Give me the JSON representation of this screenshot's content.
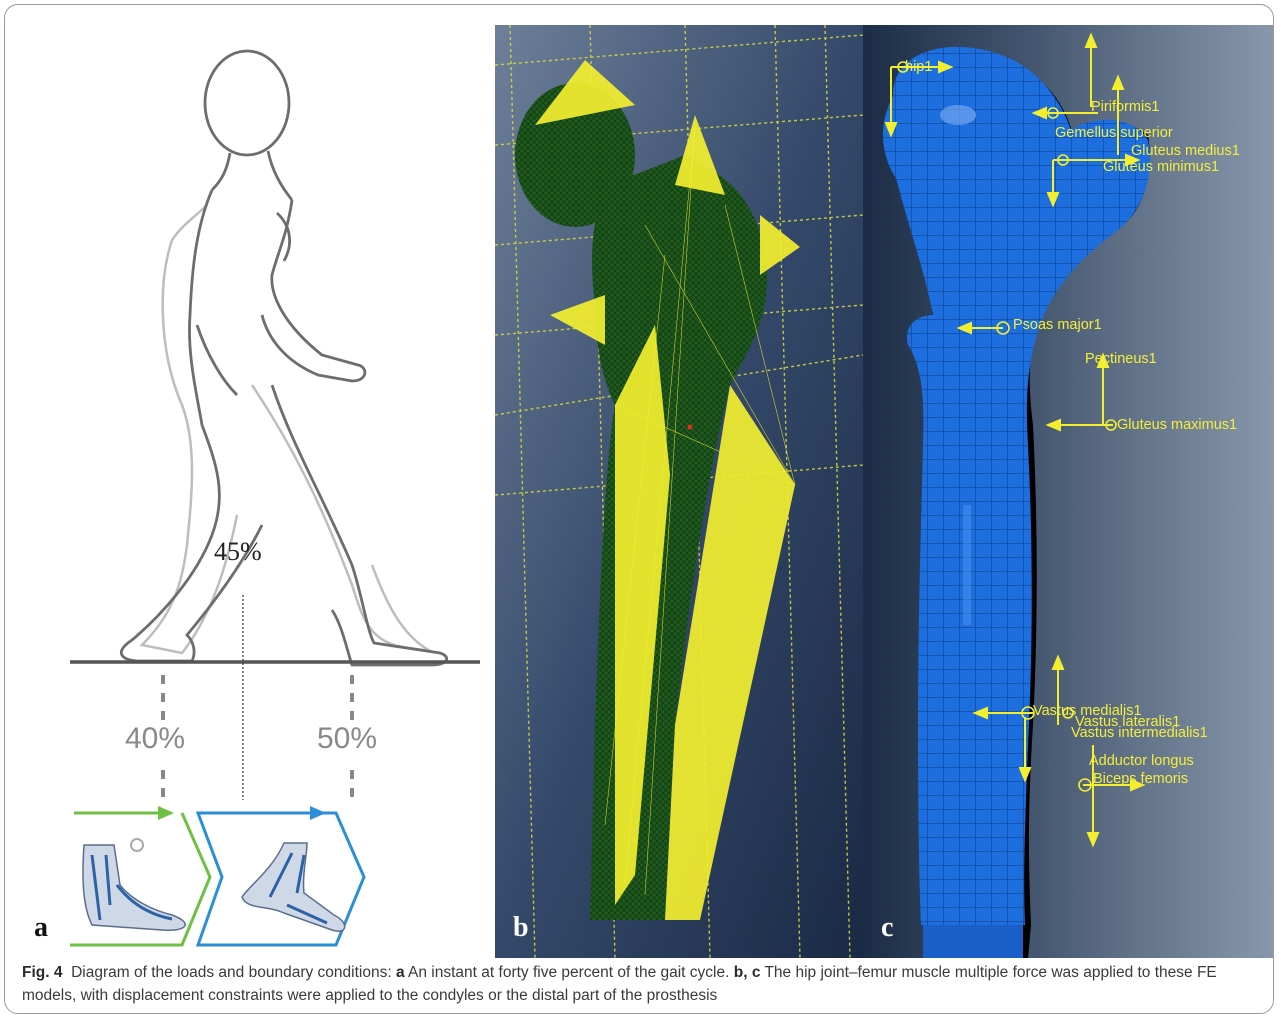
{
  "panel_a": {
    "letter": "a",
    "pct_45": "45%",
    "pct_40": "40%",
    "pct_50": "50%"
  },
  "panel_b": {
    "letter": "b"
  },
  "panel_c": {
    "letter": "c",
    "muscle_labels": {
      "hip1": "hip1",
      "piriformis1": "Piriformis1",
      "gemellus_superior": "Gemellus superior",
      "gluteus_medius1": "Gluteus medius1",
      "gluteus_minimus1": "Gluteus minimus1",
      "psoas_major1": "Psoas major1",
      "pectineus1": "Pectineus1",
      "gluteus_maximus1": "Gluteus maximus1",
      "vastus_medialis1": "Vastus medialis1",
      "vastus_lateralis1": "Vastus lateralis1",
      "vastus_intermedialis1": "Vastus intermedialis1",
      "adductor_longus": "Adductor longus",
      "biceps_femoris": "Biceps femoris"
    }
  },
  "caption": {
    "fig_label": "Fig. 4",
    "title_text": "Diagram of the loads and boundary conditions:",
    "a_letter": "a",
    "a_text": "An instant at forty five percent of the gait cycle.",
    "bc_letters": "b, c",
    "bc_text": "The hip joint–femur muscle multiple force was applied to these FE models, with displacement constraints were applied to the condyles or the distal part of the prosthesis"
  },
  "colors": {
    "fe_background": "#2f4563",
    "mesh_green": "#1f5a1e",
    "force_yellow": "#f3ef2f",
    "bone_blue": "#1d6fe0",
    "gait_arrow_green": "#6fbf44",
    "gait_arrow_blue": "#2a8fd6"
  }
}
